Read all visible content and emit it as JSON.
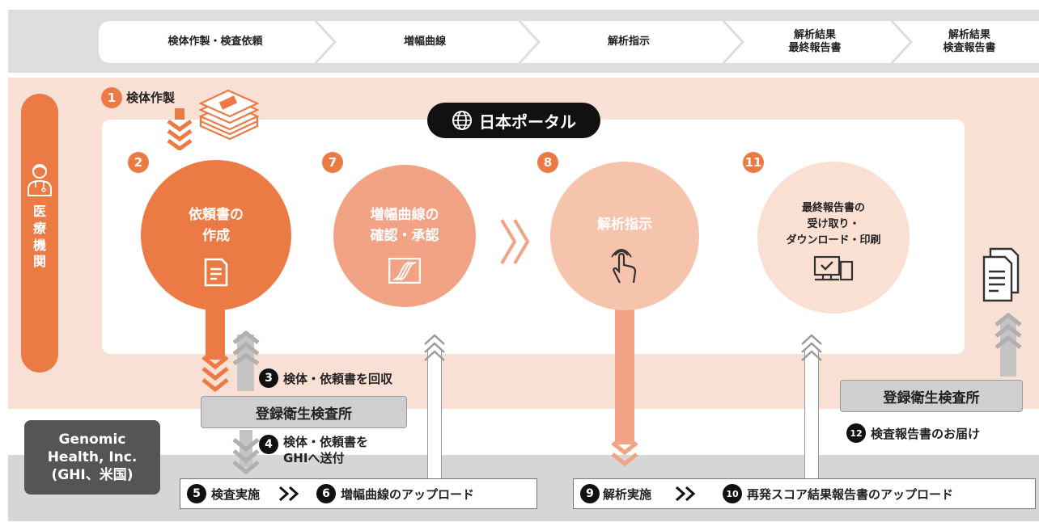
{
  "steps_bar": [
    {
      "label": "検体作製・検査依頼"
    },
    {
      "label": "増幅曲線"
    },
    {
      "label": "解析指示"
    },
    {
      "label": "解析結果\n最終報告書"
    },
    {
      "label": "解析結果\n検査報告書"
    }
  ],
  "sidebar": {
    "label_chars": [
      "医",
      "療",
      "機",
      "関"
    ]
  },
  "portal": {
    "label": "日本ポータル"
  },
  "step1": {
    "num": "1",
    "label": "検体作製"
  },
  "circles": [
    {
      "num": "2",
      "title": "依頼書の\n作成",
      "icon": "document-icon"
    },
    {
      "num": "7",
      "title": "増幅曲線の\n確認・承認",
      "icon": "amplification-chart-icon"
    },
    {
      "num": "8",
      "title": "解析指示",
      "icon": "tap-hand-icon"
    },
    {
      "num": "11",
      "title": "最終報告書の\n受け取り・\nダウンロード・印刷",
      "icon": "computer-icon"
    }
  ],
  "step3": {
    "num": "3",
    "label": "検体・依頼書を回収"
  },
  "lab": {
    "label": "登録衛生検査所"
  },
  "step4": {
    "num": "4",
    "line1": "検体・依頼書を",
    "line2": "GHIへ送付"
  },
  "ghi": {
    "label": "Genomic\nHealth, Inc.\n(GHI、米国)"
  },
  "tasks_left": [
    {
      "num": "5",
      "label": "検査実施"
    },
    {
      "num": "6",
      "label": "増幅曲線のアップロード"
    }
  ],
  "tasks_right": [
    {
      "num": "9",
      "label": "解析実施"
    },
    {
      "num": "10",
      "label": "再発スコア結果報告書のアップロード"
    }
  ],
  "lab2": {
    "label": "登録衛生検査所"
  },
  "step12": {
    "num": "12",
    "label": "検査報告書のお届け"
  },
  "colors": {
    "orange": "#eb7a44",
    "salmon": "#f2a385",
    "peach": "#f6c3ad",
    "pale": "#fae0d3",
    "pink_band": "#f9e0d5",
    "gray_band": "#d6d6d6"
  }
}
